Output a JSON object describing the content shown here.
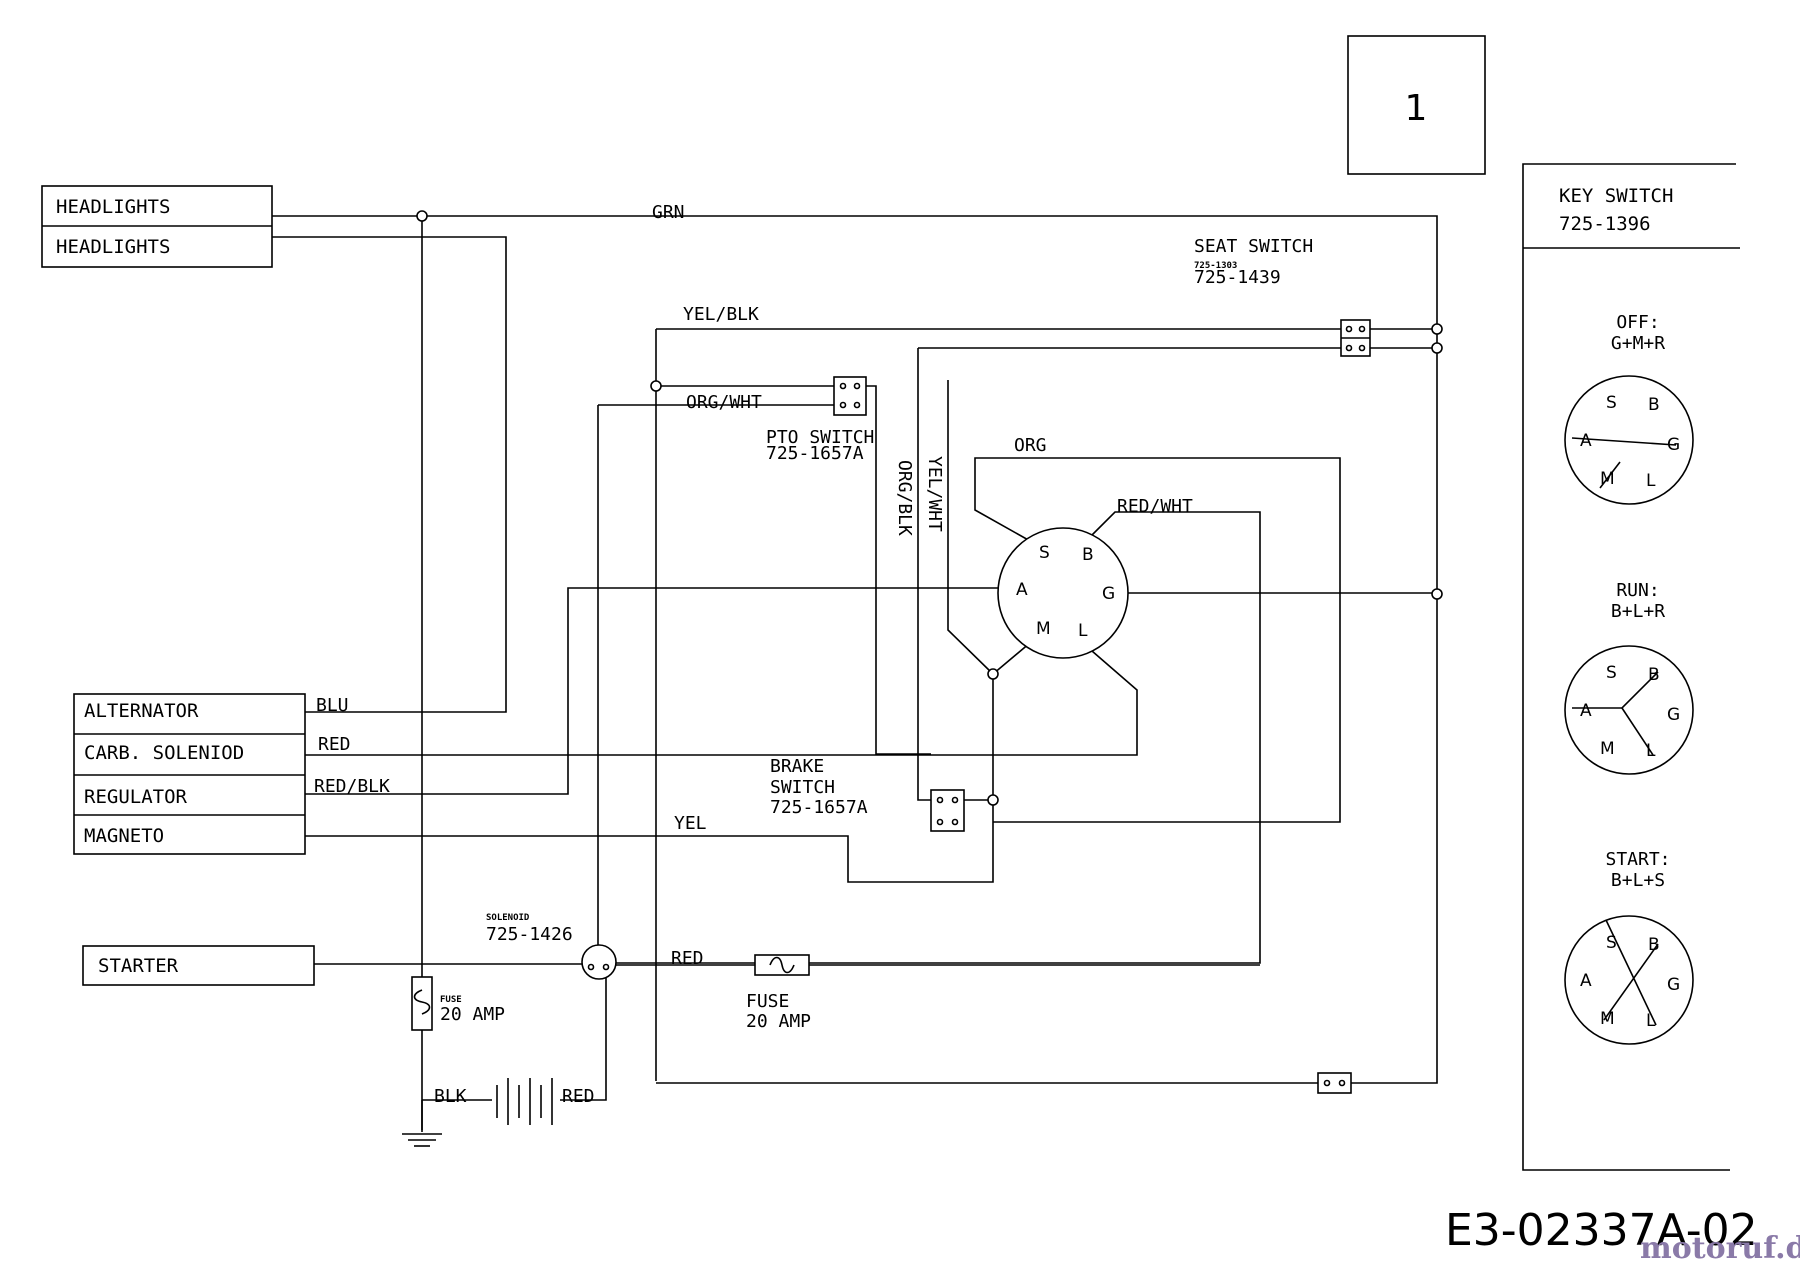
{
  "diagram_number": "1",
  "part_number": "E3-02337A-02",
  "watermark": "motoruf.de",
  "components": {
    "headlights_1": "HEADLIGHTS",
    "headlights_2": "HEADLIGHTS",
    "alternator": "ALTERNATOR",
    "carb_solenoid": "CARB. SOLENIOD",
    "regulator": "REGULATOR",
    "magneto": "MAGNETO",
    "starter": "STARTER"
  },
  "wires": {
    "grn": "GRN",
    "yel_blk": "YEL/BLK",
    "org_wht": "ORG/WHT",
    "org": "ORG",
    "red_wht": "RED/WHT",
    "org_blk": "ORG/BLK",
    "yel_wht": "YEL/WHT",
    "blu": "BLU",
    "red_carb": "RED",
    "red_blk": "RED/BLK",
    "yel": "YEL",
    "red_fuse": "RED",
    "blk": "BLK",
    "red_batt": "RED"
  },
  "switches": {
    "seat_title": "SEAT SWITCH",
    "seat_alt_pn": "725-1303",
    "seat_pn": "725-1439",
    "pto_title": "PTO SWITCH",
    "pto_pn": "725-1657A",
    "brake_title1": "BRAKE",
    "brake_title2": "SWITCH",
    "brake_pn": "725-1657A",
    "solenoid_title": "SOLENOID",
    "solenoid_pn": "725-1426",
    "fuse_main_1": "FUSE",
    "fuse_main_2": "20 AMP",
    "fuse_small_1": "FUSE",
    "fuse_small_2": "20 AMP"
  },
  "key_switch": {
    "title": "KEY SWITCH",
    "part_number": "725-1396",
    "terminals": {
      "s": "S",
      "b": "B",
      "a": "A",
      "g": "G",
      "m": "M",
      "l": "L"
    },
    "positions": [
      {
        "name": "OFF:",
        "combo": "G+M+R"
      },
      {
        "name": "RUN:",
        "combo": "B+L+R"
      },
      {
        "name": "START:",
        "combo": "B+L+S"
      }
    ]
  }
}
